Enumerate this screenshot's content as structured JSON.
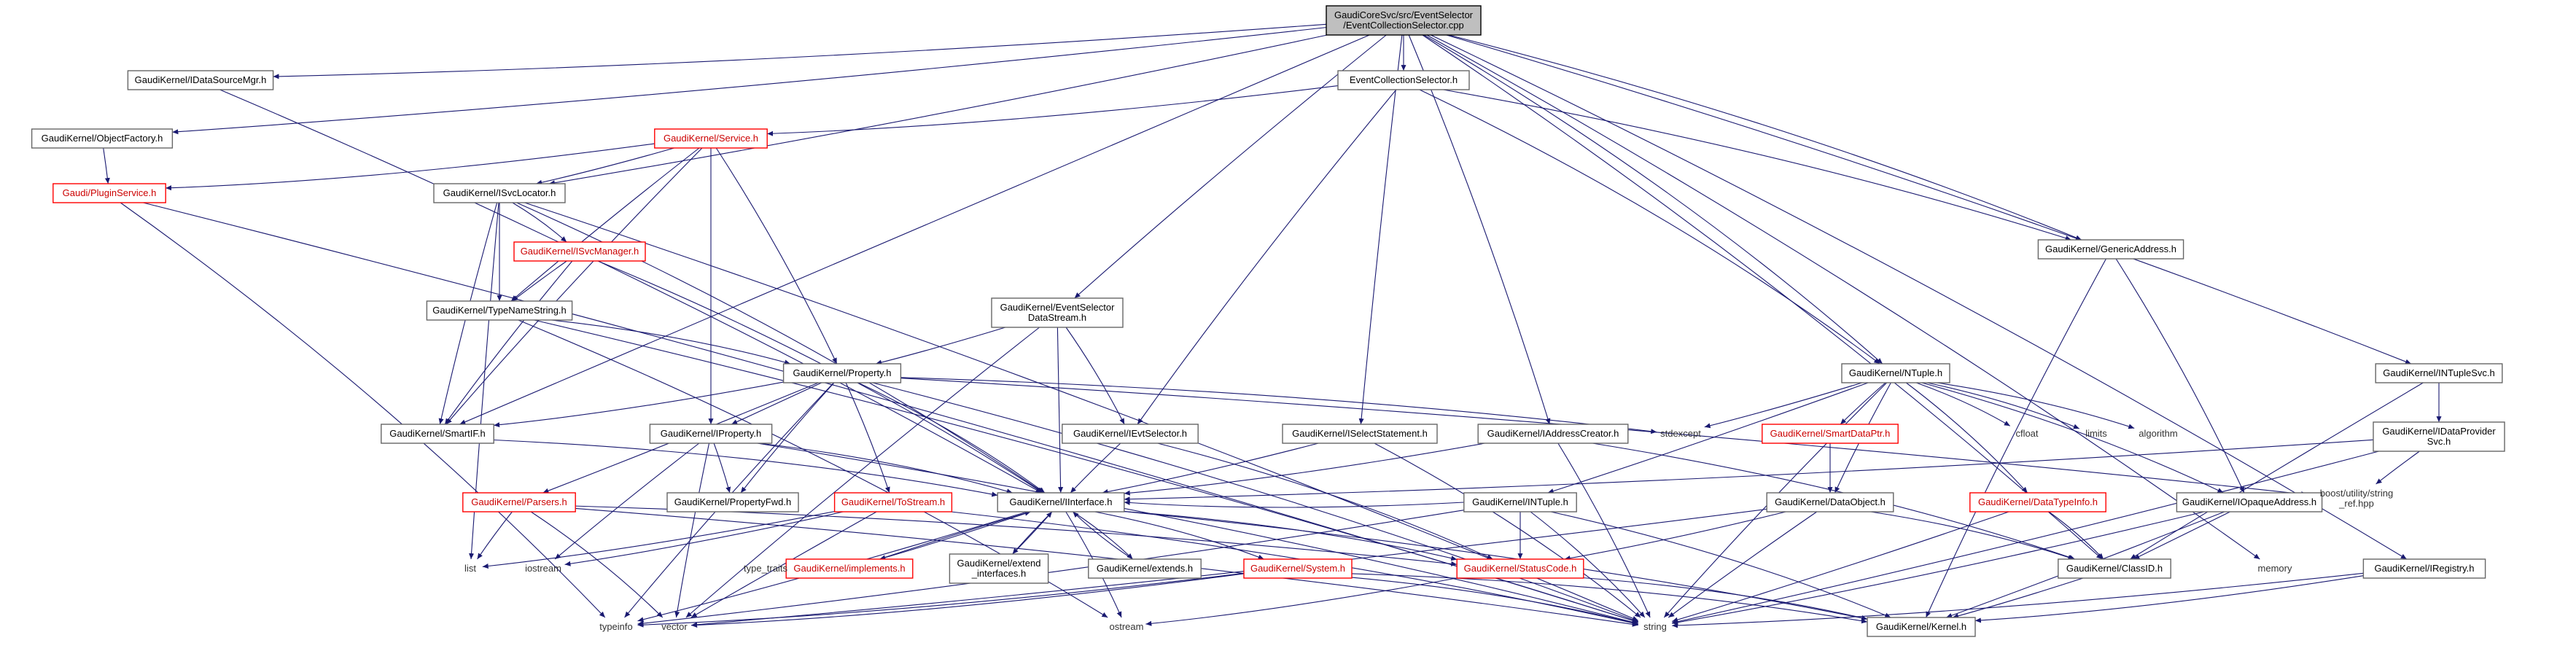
{
  "colors": {
    "edge": "#191970",
    "node_border": "#666666",
    "missing_border": "#ff0000",
    "root_fill": "#bfbfbf"
  },
  "nodes": [
    {
      "id": "root",
      "lines": [
        "GaudiCoreSvc/src/EventSelector",
        "/EventCollectionSelector.cpp"
      ],
      "kind": "root"
    },
    {
      "id": "datasrc",
      "lines": [
        "GaudiKernel/IDataSourceMgr.h"
      ],
      "kind": "normal"
    },
    {
      "id": "ecs",
      "lines": [
        "EventCollectionSelector.h"
      ],
      "kind": "normal"
    },
    {
      "id": "objfac",
      "lines": [
        "GaudiKernel/ObjectFactory.h"
      ],
      "kind": "normal"
    },
    {
      "id": "service",
      "lines": [
        "GaudiKernel/Service.h"
      ],
      "kind": "missing"
    },
    {
      "id": "pluginsvc",
      "lines": [
        "Gaudi/PluginService.h"
      ],
      "kind": "missing"
    },
    {
      "id": "isvcloc",
      "lines": [
        "GaudiKernel/ISvcLocator.h"
      ],
      "kind": "normal"
    },
    {
      "id": "isvcmgr",
      "lines": [
        "GaudiKernel/ISvcManager.h"
      ],
      "kind": "missing"
    },
    {
      "id": "typename",
      "lines": [
        "GaudiKernel/TypeNameString.h"
      ],
      "kind": "normal"
    },
    {
      "id": "genaddr",
      "lines": [
        "GaudiKernel/GenericAddress.h"
      ],
      "kind": "normal"
    },
    {
      "id": "esds",
      "lines": [
        "GaudiKernel/EventSelector",
        "DataStream.h"
      ],
      "kind": "normal"
    },
    {
      "id": "property",
      "lines": [
        "GaudiKernel/Property.h"
      ],
      "kind": "normal"
    },
    {
      "id": "smartif",
      "lines": [
        "GaudiKernel/SmartIF.h"
      ],
      "kind": "normal"
    },
    {
      "id": "iproperty",
      "lines": [
        "GaudiKernel/IProperty.h"
      ],
      "kind": "normal"
    },
    {
      "id": "ievtsel",
      "lines": [
        "GaudiKernel/IEvtSelector.h"
      ],
      "kind": "normal"
    },
    {
      "id": "iselect",
      "lines": [
        "GaudiKernel/ISelectStatement.h"
      ],
      "kind": "normal"
    },
    {
      "id": "iaddrcr",
      "lines": [
        "GaudiKernel/IAddressCreator.h"
      ],
      "kind": "normal"
    },
    {
      "id": "ntuple",
      "lines": [
        "GaudiKernel/NTuple.h"
      ],
      "kind": "normal"
    },
    {
      "id": "intuplesvc",
      "lines": [
        "GaudiKernel/INTupleSvc.h"
      ],
      "kind": "normal"
    },
    {
      "id": "idataprov",
      "lines": [
        "GaudiKernel/IDataProvider",
        "Svc.h"
      ],
      "kind": "normal"
    },
    {
      "id": "smartdataptr",
      "lines": [
        "GaudiKernel/SmartDataPtr.h"
      ],
      "kind": "missing"
    },
    {
      "id": "parsers",
      "lines": [
        "GaudiKernel/Parsers.h"
      ],
      "kind": "missing"
    },
    {
      "id": "propfwd",
      "lines": [
        "GaudiKernel/PropertyFwd.h"
      ],
      "kind": "normal"
    },
    {
      "id": "tostream",
      "lines": [
        "GaudiKernel/ToStream.h"
      ],
      "kind": "missing"
    },
    {
      "id": "iinterface",
      "lines": [
        "GaudiKernel/IInterface.h"
      ],
      "kind": "normal"
    },
    {
      "id": "intuple",
      "lines": [
        "GaudiKernel/INTuple.h"
      ],
      "kind": "normal"
    },
    {
      "id": "dataobject",
      "lines": [
        "GaudiKernel/DataObject.h"
      ],
      "kind": "normal"
    },
    {
      "id": "datatypeinfo",
      "lines": [
        "GaudiKernel/DataTypeInfo.h"
      ],
      "kind": "missing"
    },
    {
      "id": "iopaque",
      "lines": [
        "GaudiKernel/IOpaqueAddress.h"
      ],
      "kind": "normal"
    },
    {
      "id": "implements",
      "lines": [
        "GaudiKernel/implements.h"
      ],
      "kind": "missing"
    },
    {
      "id": "extendif",
      "lines": [
        "GaudiKernel/extend",
        "_interfaces.h"
      ],
      "kind": "normal"
    },
    {
      "id": "extends",
      "lines": [
        "GaudiKernel/extends.h"
      ],
      "kind": "normal"
    },
    {
      "id": "system",
      "lines": [
        "GaudiKernel/System.h"
      ],
      "kind": "missing"
    },
    {
      "id": "statuscode",
      "lines": [
        "GaudiKernel/StatusCode.h"
      ],
      "kind": "missing"
    },
    {
      "id": "classid",
      "lines": [
        "GaudiKernel/ClassID.h"
      ],
      "kind": "normal"
    },
    {
      "id": "iregistry",
      "lines": [
        "GaudiKernel/IRegistry.h"
      ],
      "kind": "normal"
    },
    {
      "id": "kernel",
      "lines": [
        "GaudiKernel/Kernel.h"
      ],
      "kind": "normal"
    },
    {
      "id": "stdexcept",
      "lines": [
        "stdexcept"
      ],
      "kind": "plain"
    },
    {
      "id": "cfloat",
      "lines": [
        "cfloat"
      ],
      "kind": "plain"
    },
    {
      "id": "limits",
      "lines": [
        "limits"
      ],
      "kind": "plain"
    },
    {
      "id": "algorithm",
      "lines": [
        "algorithm"
      ],
      "kind": "plain"
    },
    {
      "id": "boostref",
      "lines": [
        "boost/utility/string",
        "_ref.hpp"
      ],
      "kind": "plain"
    },
    {
      "id": "list",
      "lines": [
        "list"
      ],
      "kind": "plain"
    },
    {
      "id": "iostream",
      "lines": [
        "iostream"
      ],
      "kind": "plain"
    },
    {
      "id": "typetraits",
      "lines": [
        "type_traits"
      ],
      "kind": "plain"
    },
    {
      "id": "memory",
      "lines": [
        "memory"
      ],
      "kind": "plain"
    },
    {
      "id": "typeinfo",
      "lines": [
        "typeinfo"
      ],
      "kind": "plain"
    },
    {
      "id": "vector",
      "lines": [
        "vector"
      ],
      "kind": "plain"
    },
    {
      "id": "ostream",
      "lines": [
        "ostream"
      ],
      "kind": "plain"
    },
    {
      "id": "string",
      "lines": [
        "string"
      ],
      "kind": "plain"
    }
  ],
  "edges": [
    [
      "root",
      "datasrc"
    ],
    [
      "root",
      "ecs"
    ],
    [
      "root",
      "objfac"
    ],
    [
      "root",
      "isvcloc"
    ],
    [
      "root",
      "smartif"
    ],
    [
      "root",
      "genaddr"
    ],
    [
      "root",
      "esds"
    ],
    [
      "root",
      "iselect"
    ],
    [
      "root",
      "iaddrcr"
    ],
    [
      "root",
      "ntuple"
    ],
    [
      "root",
      "intuplesvc"
    ],
    [
      "root",
      "iregistry"
    ],
    [
      "root",
      "memory"
    ],
    [
      "root",
      "classid"
    ],
    [
      "datasrc",
      "iinterface"
    ],
    [
      "objfac",
      "pluginsvc"
    ],
    [
      "pluginsvc",
      "typeinfo"
    ],
    [
      "pluginsvc",
      "string"
    ],
    [
      "ecs",
      "service"
    ],
    [
      "ecs",
      "ievtsel"
    ],
    [
      "ecs",
      "genaddr"
    ],
    [
      "ecs",
      "ntuple"
    ],
    [
      "service",
      "pluginsvc"
    ],
    [
      "service",
      "isvcloc"
    ],
    [
      "service",
      "property"
    ],
    [
      "service",
      "iproperty"
    ],
    [
      "service",
      "smartif"
    ],
    [
      "service",
      "typename"
    ],
    [
      "isvcloc",
      "isvcmgr"
    ],
    [
      "isvcloc",
      "typename"
    ],
    [
      "isvcloc",
      "smartif"
    ],
    [
      "isvcloc",
      "iinterface"
    ],
    [
      "isvcloc",
      "list"
    ],
    [
      "isvcloc",
      "string"
    ],
    [
      "isvcmgr",
      "typename"
    ],
    [
      "isvcmgr",
      "smartif"
    ],
    [
      "isvcmgr",
      "iinterface"
    ],
    [
      "typename",
      "property"
    ],
    [
      "typename",
      "string"
    ],
    [
      "typename",
      "ostream"
    ],
    [
      "genaddr",
      "iopaque"
    ],
    [
      "genaddr",
      "kernel"
    ],
    [
      "esds",
      "property"
    ],
    [
      "esds",
      "ievtsel"
    ],
    [
      "esds",
      "iinterface"
    ],
    [
      "esds",
      "vector"
    ],
    [
      "property",
      "smartif"
    ],
    [
      "property",
      "iproperty"
    ],
    [
      "property",
      "parsers"
    ],
    [
      "property",
      "propfwd"
    ],
    [
      "property",
      "tostream"
    ],
    [
      "property",
      "stdexcept"
    ],
    [
      "property",
      "iinterface"
    ],
    [
      "property",
      "string"
    ],
    [
      "property",
      "typeinfo"
    ],
    [
      "property",
      "boostref"
    ],
    [
      "smartif",
      "iinterface"
    ],
    [
      "iproperty",
      "propfwd"
    ],
    [
      "iproperty",
      "iinterface"
    ],
    [
      "iproperty",
      "iostream"
    ],
    [
      "iproperty",
      "vector"
    ],
    [
      "iproperty",
      "string"
    ],
    [
      "parsers",
      "list"
    ],
    [
      "parsers",
      "vector"
    ],
    [
      "parsers",
      "string"
    ],
    [
      "parsers",
      "statuscode"
    ],
    [
      "tostream",
      "iostream"
    ],
    [
      "tostream",
      "list"
    ],
    [
      "tostream",
      "vector"
    ],
    [
      "tostream",
      "string"
    ],
    [
      "ievtsel",
      "iinterface"
    ],
    [
      "ievtsel",
      "statuscode"
    ],
    [
      "iselect",
      "iinterface"
    ],
    [
      "iselect",
      "string"
    ],
    [
      "iaddrcr",
      "iinterface"
    ],
    [
      "iaddrcr",
      "classid"
    ],
    [
      "iaddrcr",
      "string"
    ],
    [
      "ntuple",
      "stdexcept"
    ],
    [
      "ntuple",
      "cfloat"
    ],
    [
      "ntuple",
      "limits"
    ],
    [
      "ntuple",
      "algorithm"
    ],
    [
      "ntuple",
      "smartdataptr"
    ],
    [
      "ntuple",
      "intuple"
    ],
    [
      "ntuple",
      "dataobject"
    ],
    [
      "ntuple",
      "datatypeinfo"
    ],
    [
      "ntuple",
      "iopaque"
    ],
    [
      "ntuple",
      "string"
    ],
    [
      "intuplesvc",
      "idataprov"
    ],
    [
      "intuplesvc",
      "classid"
    ],
    [
      "idataprov",
      "iinterface"
    ],
    [
      "idataprov",
      "boostref"
    ],
    [
      "idataprov",
      "string"
    ],
    [
      "smartdataptr",
      "dataobject"
    ],
    [
      "intuple",
      "iinterface"
    ],
    [
      "intuple",
      "statuscode"
    ],
    [
      "intuple",
      "kernel"
    ],
    [
      "intuple",
      "string"
    ],
    [
      "intuple",
      "typeinfo"
    ],
    [
      "dataobject",
      "classid"
    ],
    [
      "dataobject",
      "statuscode"
    ],
    [
      "dataobject",
      "string"
    ],
    [
      "dataobject",
      "vector"
    ],
    [
      "datatypeinfo",
      "classid"
    ],
    [
      "datatypeinfo",
      "string"
    ],
    [
      "iopaque",
      "classid"
    ],
    [
      "iopaque",
      "kernel"
    ],
    [
      "iopaque",
      "string"
    ],
    [
      "iinterface",
      "implements"
    ],
    [
      "iinterface",
      "extendif"
    ],
    [
      "iinterface",
      "extends"
    ],
    [
      "iinterface",
      "system"
    ],
    [
      "iinterface",
      "statuscode"
    ],
    [
      "iinterface",
      "kernel"
    ],
    [
      "iinterface",
      "ostream"
    ],
    [
      "iinterface",
      "typeinfo"
    ],
    [
      "iinterface",
      "type_traits"
    ],
    [
      "implements",
      "iinterface"
    ],
    [
      "extendif",
      "iinterface"
    ],
    [
      "extends",
      "iinterface"
    ],
    [
      "system",
      "kernel"
    ],
    [
      "system",
      "string"
    ],
    [
      "system",
      "vector"
    ],
    [
      "system",
      "typeinfo"
    ],
    [
      "statuscode",
      "kernel"
    ],
    [
      "statuscode",
      "ostream"
    ],
    [
      "classid",
      "kernel"
    ],
    [
      "iregistry",
      "kernel"
    ],
    [
      "iregistry",
      "string"
    ]
  ]
}
